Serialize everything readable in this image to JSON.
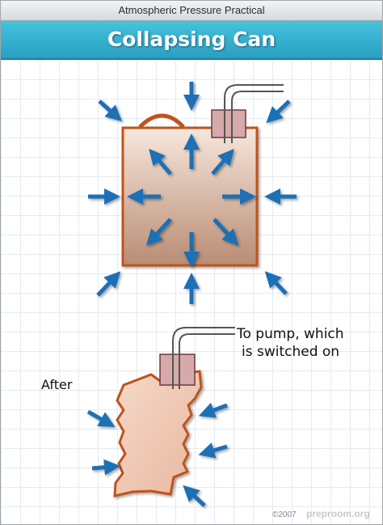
{
  "header": {
    "subtitle": "Atmospheric Pressure Practical",
    "title": "Collapsing Can"
  },
  "labels": {
    "after": "After",
    "pump_line1": "To pump, which",
    "pump_line2": "is switched on"
  },
  "footer": {
    "copyright": "©2007",
    "logo_text": "preproom.org"
  },
  "colors": {
    "banner": "#2a9ec3",
    "can_outline": "#c0531f",
    "can_fill_top": "#f6e7dc",
    "can_fill_bottom": "#b98c74",
    "arrow": "#1f6fb5",
    "bung": "#d6a9ab"
  },
  "icons": {
    "arrow": "pressure-arrow-icon",
    "bung": "rubber-bung-icon"
  }
}
